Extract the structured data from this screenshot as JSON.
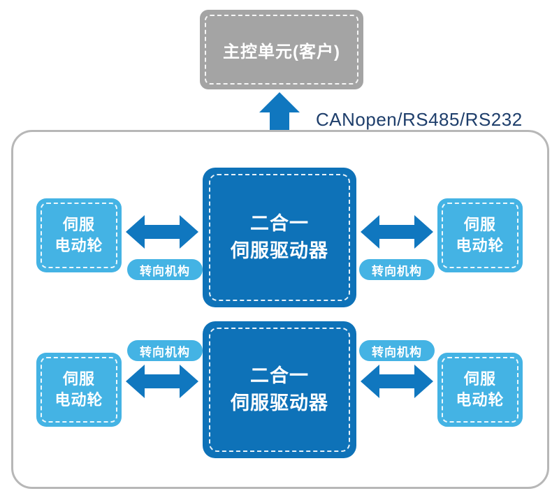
{
  "colors": {
    "dark_blue": "#0e72b8",
    "light_blue": "#44b3e4",
    "gray_box": "#a4a4a4",
    "arrow_blue": "#1077bf",
    "container_border": "#b7b7b7",
    "protocol_text": "#1e3e6b"
  },
  "master_unit": {
    "label": "主控单元(客户)"
  },
  "bus": {
    "protocol": "CANopen/RS485/RS232"
  },
  "rows": [
    {
      "driver": "二合一\n伺服驱动器",
      "left_wheel": "伺服\n电动轮",
      "right_wheel": "伺服\n电动轮",
      "left_steering": "转向机构",
      "right_steering": "转向机构"
    },
    {
      "driver": "二合一\n伺服驱动器",
      "left_wheel": "伺服\n电动轮",
      "right_wheel": "伺服\n电动轮",
      "left_steering": "转向机构",
      "right_steering": "转向机构"
    }
  ]
}
